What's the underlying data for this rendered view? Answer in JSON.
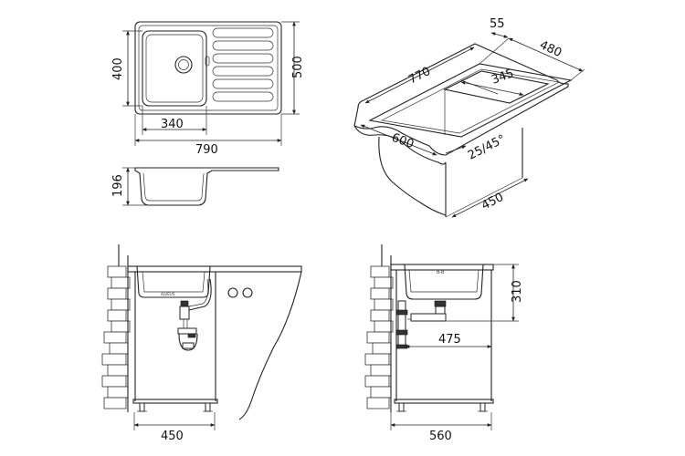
{
  "top_view": {
    "dim_width": "790",
    "dim_bowl_width": "340",
    "dim_height": "500",
    "dim_bowl_height": "400"
  },
  "side_view": {
    "dim_depth": "196"
  },
  "iso_view": {
    "dim_length": "770",
    "dim_rim": "55",
    "dim_width": "480",
    "dim_bowl": "345",
    "dim_cabinet": "600",
    "dim_angle": "25/45°",
    "dim_depth": "450"
  },
  "front_install": {
    "dim_cabinet": "450"
  },
  "side_install": {
    "dim_height": "310",
    "dim_drain": "475",
    "dim_cabinet": "560"
  }
}
